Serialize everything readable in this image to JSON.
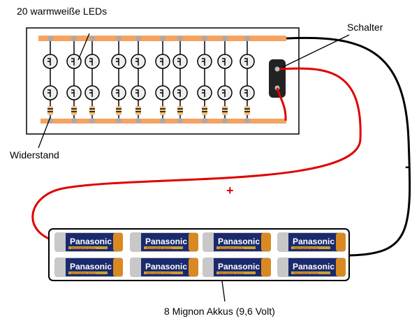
{
  "labels": {
    "leds": "20 warmweiße LEDs",
    "switch": "Schalter",
    "resistor": "Widerstand",
    "minus": "-",
    "plus": "+",
    "batteries": "8 Mignon Akkus (9,6 Volt)"
  },
  "battery": {
    "brand": "Panasonic",
    "subtext": "RECHARGE ACCU",
    "count": 8
  },
  "colors": {
    "bus": "#f4a460",
    "positive_wire": "#e00000",
    "negative_wire": "#000000",
    "led_fill": "#eeeeee",
    "battery_body": "#1a2a6c"
  }
}
